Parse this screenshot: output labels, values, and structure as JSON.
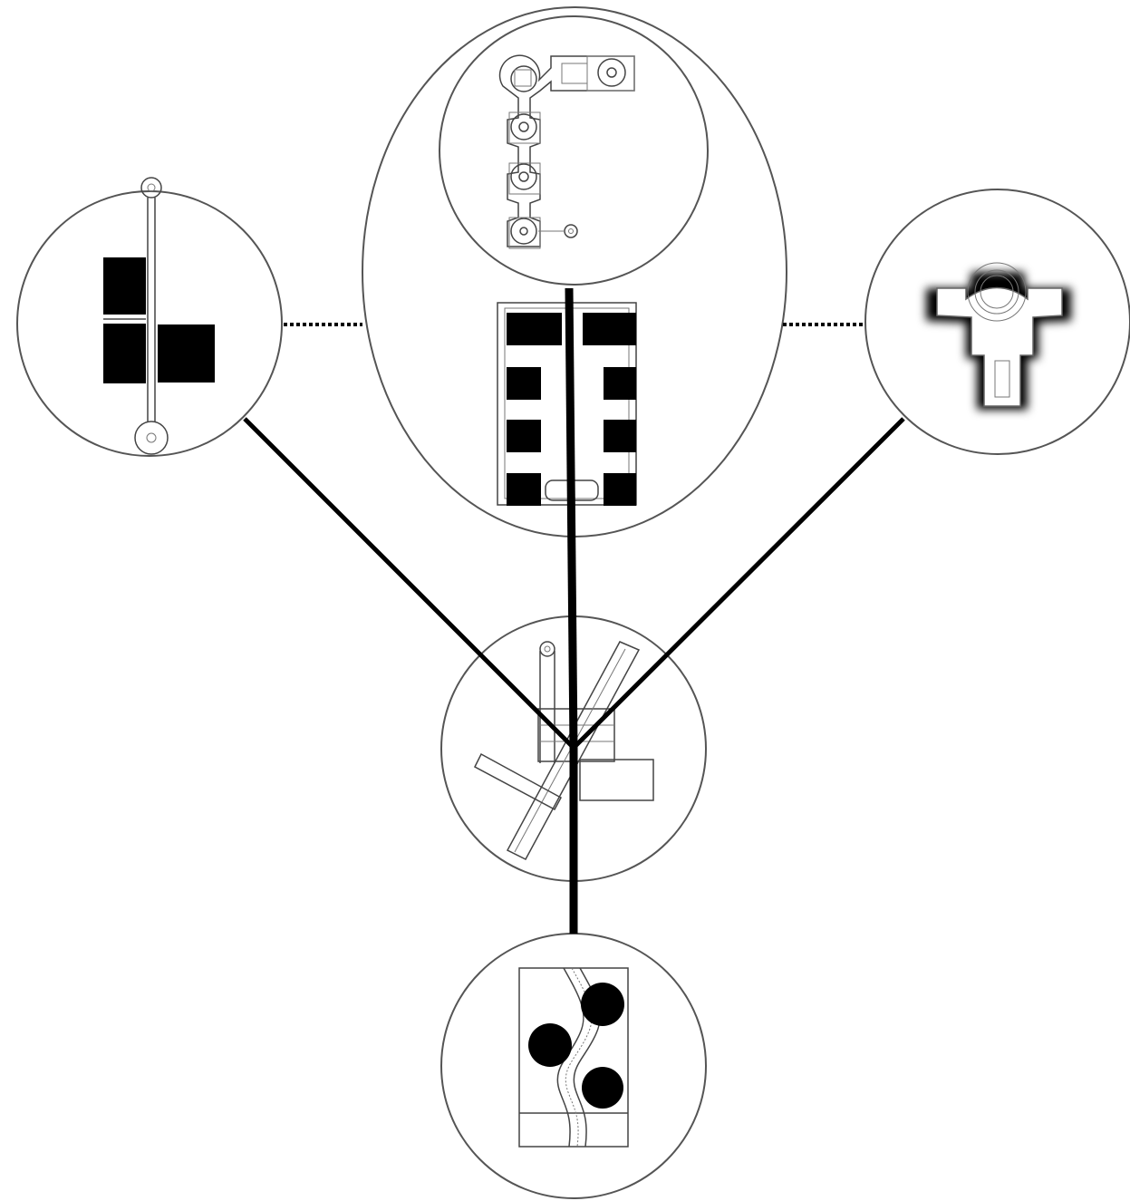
{
  "diagram": {
    "nodes": [
      {
        "id": "center-node",
        "kind": "site-plan-composite"
      },
      {
        "id": "top-node",
        "kind": "oval-with-nested-plans"
      },
      {
        "id": "left-node",
        "kind": "plan-with-axis-and-blocks"
      },
      {
        "id": "right-node",
        "kind": "blurred-building-plan"
      },
      {
        "id": "bottom-node",
        "kind": "plan-with-wavy-path-and-circles"
      }
    ],
    "connections": [
      {
        "from": "center-node",
        "to": "top-node",
        "style": "thick-solid"
      },
      {
        "from": "center-node",
        "to": "bottom-node",
        "style": "thick-solid"
      },
      {
        "from": "center-node",
        "to": "left-node",
        "style": "solid"
      },
      {
        "from": "center-node",
        "to": "right-node",
        "style": "solid"
      },
      {
        "from": "left-node",
        "to": "top-node",
        "style": "dotted"
      },
      {
        "from": "top-node",
        "to": "right-node",
        "style": "dotted"
      }
    ],
    "colors": {
      "line": "#000000",
      "outline": "#555555",
      "fill": "#000000",
      "background": "#ffffff"
    }
  }
}
